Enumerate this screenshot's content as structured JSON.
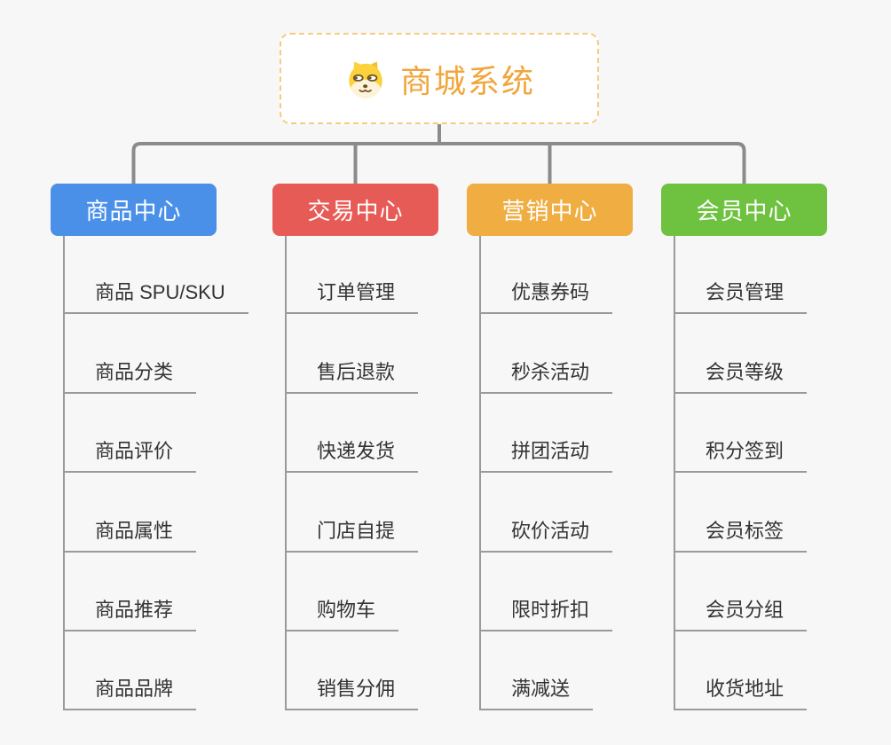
{
  "page": {
    "background": "#f7f7f7",
    "connector_color": "#8b8b8b",
    "leaf_line_color": "#9a9a9a",
    "leaf_text_color": "#333333"
  },
  "root": {
    "title": "商城系统",
    "icon": "doge-icon",
    "title_color": "#f0a63c",
    "border_color": "#f6cb82"
  },
  "branches": [
    {
      "label": "商品中心",
      "color": "#4a90e8",
      "items": [
        "商品 SPU/SKU",
        "商品分类",
        "商品评价",
        "商品属性",
        "商品推荐",
        "商品品牌"
      ]
    },
    {
      "label": "交易中心",
      "color": "#e75b56",
      "items": [
        "订单管理",
        "售后退款",
        "快递发货",
        "门店自提",
        "购物车",
        "销售分佣"
      ]
    },
    {
      "label": "营销中心",
      "color": "#efad42",
      "items": [
        "优惠券码",
        "秒杀活动",
        "拼团活动",
        "砍价活动",
        "限时折扣",
        "满减送"
      ]
    },
    {
      "label": "会员中心",
      "color": "#6ec23f",
      "items": [
        "会员管理",
        "会员等级",
        "积分签到",
        "会员标签",
        "会员分组",
        "收货地址"
      ]
    }
  ]
}
